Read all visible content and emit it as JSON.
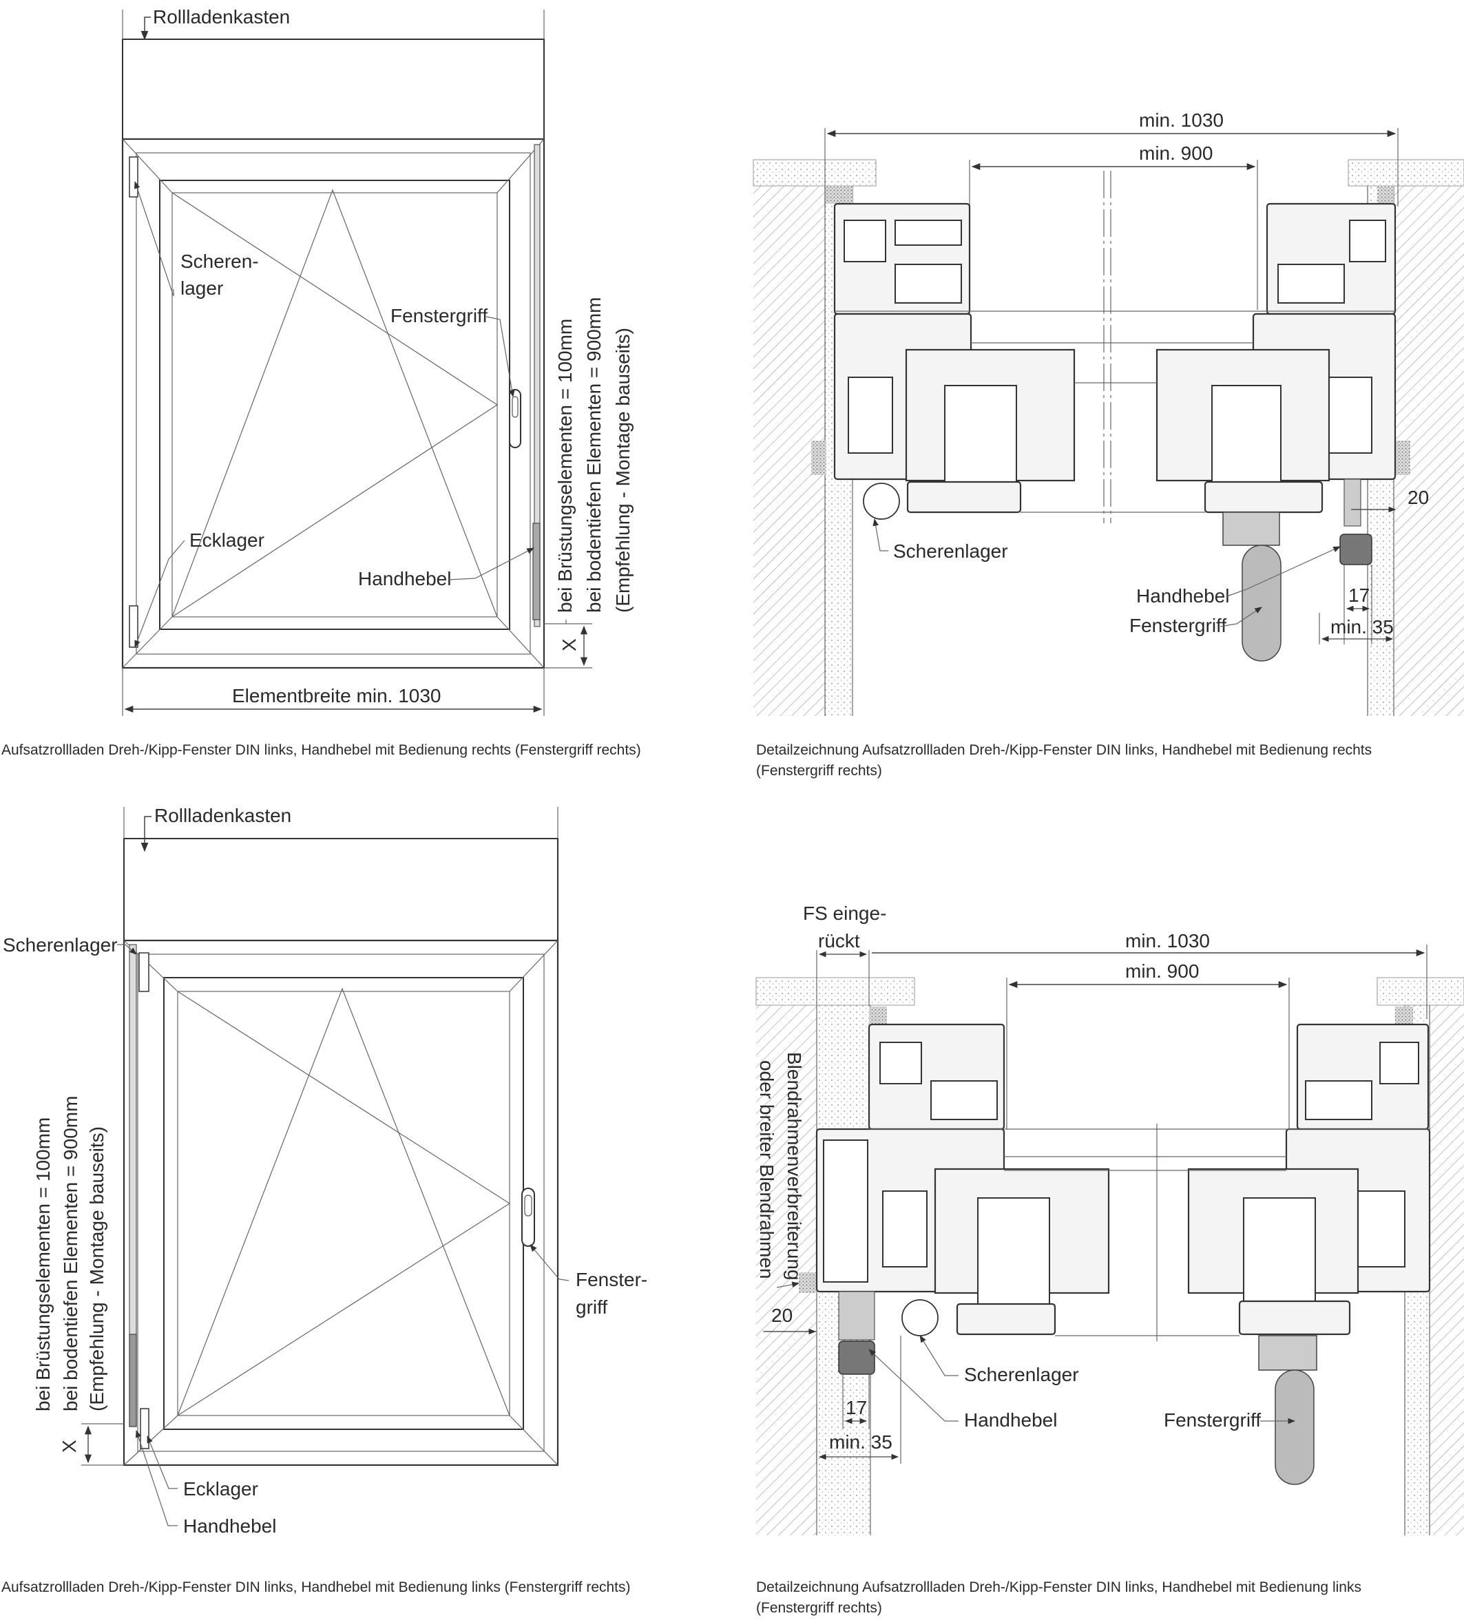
{
  "panel1": {
    "box_label": "Rollladenkasten",
    "scheren_line1": "Scheren-",
    "scheren_line2": "lager",
    "griff_label": "Fenstergriff",
    "ecklager_label": "Ecklager",
    "handhebel_label": "Handhebel",
    "vert_line1": "bei Brüstungselementen = 100mm",
    "vert_line2": "bei bodentiefen Elementen = 900mm",
    "vert_line3": "(Empfehlung - Montage bauseits)",
    "x_label": "X",
    "width_label": "Elementbreite min. 1030",
    "caption": "Aufsatzrollladen Dreh-/Kipp-Fenster DIN links, Handhebel mit Bedienung rechts (Fenstergriff rechts)"
  },
  "panel2": {
    "dim_outer": "min. 1030",
    "dim_inner": "min. 900",
    "dim_20": "20",
    "dim_17": "17",
    "dim_35": "min. 35",
    "scheren_label": "Scherenlager",
    "handhebel_label": "Handhebel",
    "griff_label": "Fenstergriff",
    "caption_line1": "Detailzeichnung Aufsatzrollladen Dreh-/Kipp-Fenster DIN links, Handhebel mit Bedienung rechts",
    "caption_line2": "(Fenstergriff rechts)"
  },
  "panel3": {
    "box_label": "Rollladenkasten",
    "scheren_label": "Scherenlager",
    "griff_line1": "Fenster-",
    "griff_line2": "griff",
    "ecklager_label": "Ecklager",
    "handhebel_label": "Handhebel",
    "vert_line1": "bei Brüstungselementen = 100mm",
    "vert_line2": "bei bodentiefen Elementen = 900mm",
    "vert_line3": "(Empfehlung - Montage bauseits)",
    "x_label": "X",
    "caption": "Aufsatzrollladen Dreh-/Kipp-Fenster DIN links, Handhebel mit Bedienung links (Fenstergriff rechts)"
  },
  "panel4": {
    "fs_line1": "FS einge-",
    "fs_line2": "rückt",
    "dim_outer": "min. 1030",
    "dim_inner": "min. 900",
    "vert_line1": "Blendrahmenverbreiterung",
    "vert_line2": "oder breiter Blendrahmen",
    "dim_20": "20",
    "dim_17": "17",
    "dim_35": "min. 35",
    "scheren_label": "Scherenlager",
    "handhebel_label": "Handhebel",
    "griff_label": "Fenstergriff",
    "caption_line1": "Detailzeichnung Aufsatzrollladen Dreh-/Kipp-Fenster DIN links, Handhebel mit Bedienung links",
    "caption_line2": "(Fenstergriff rechts)"
  }
}
